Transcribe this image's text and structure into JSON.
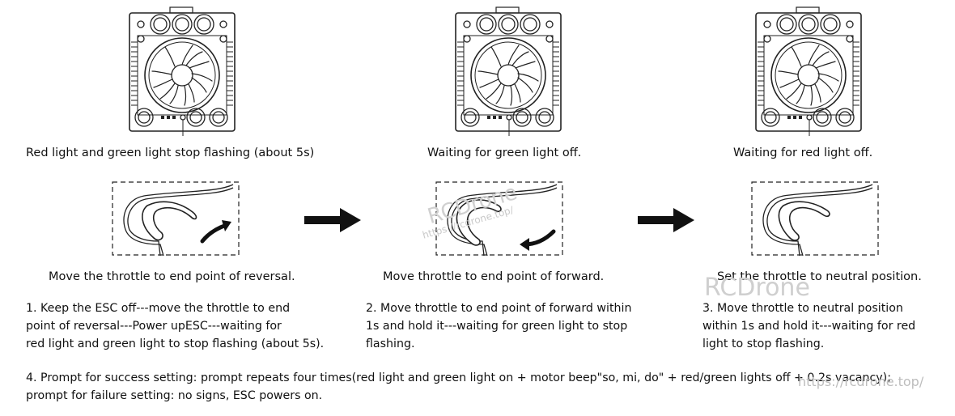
{
  "captions": [
    "Red light and green light stop flashing (about 5s)",
    "Waiting for green light off.",
    "Waiting for red light off."
  ],
  "moves": [
    "Move the throttle to end point of reversal.",
    "Move throttle to end point of forward.",
    "Set the throttle to neutral position."
  ],
  "steps": [
    [
      "1. Keep the ESC off---move the throttle to end",
      "point of reversal---Power upESC---waiting for",
      "red light and green light to stop flashing (about 5s)."
    ],
    [
      "2. Move throttle to end point of forward within",
      " 1s and hold it---waiting for green light to stop",
      " flashing."
    ],
    [
      "3. Move throttle to neutral position",
      "within 1s and hold it---waiting for red",
      "light to stop flashing."
    ]
  ],
  "note": [
    "4. Prompt for success setting: prompt repeats four times(red light and green light on + motor beep\"so, mi, do\" + red/green lights off + 0.2s vacancy);",
    " prompt for failure setting: no signs, ESC powers on."
  ],
  "watermarks": {
    "brand": "RCDrone",
    "url": "https://rcdrone.top/"
  },
  "icons": {
    "esc": "esc-device-icon",
    "throttle": "throttle-trigger-icon",
    "arrow": "right-arrow-icon"
  }
}
